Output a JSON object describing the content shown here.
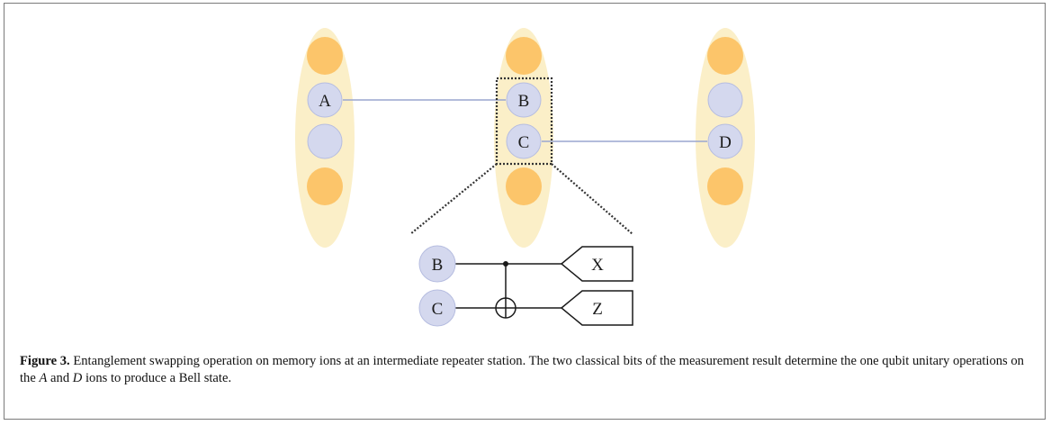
{
  "figure": {
    "qubits": {
      "a": "A",
      "b": "B",
      "c": "C",
      "d": "D"
    },
    "circuit": {
      "input_b": "B",
      "input_c": "C",
      "measure_x": "X",
      "measure_z": "Z"
    },
    "colors": {
      "memory_ion": "#d4d8ee",
      "memory_ion_stroke": "#b6bde0",
      "cooling_ion": "#fcc56a",
      "trap_background": "#fbefc8",
      "entanglement_link": "#9aa6cf",
      "dotted_box": "#333333"
    }
  },
  "caption": {
    "label": "Figure 3.",
    "text_1": " Entanglement swapping operation on memory ions at an intermediate repeater station. The two classical bits of the measurement result determine the one qubit unitary operations on the ",
    "ion_a": "A",
    "text_2": " and ",
    "ion_d": "D",
    "text_3": " ions to produce a Bell state."
  }
}
